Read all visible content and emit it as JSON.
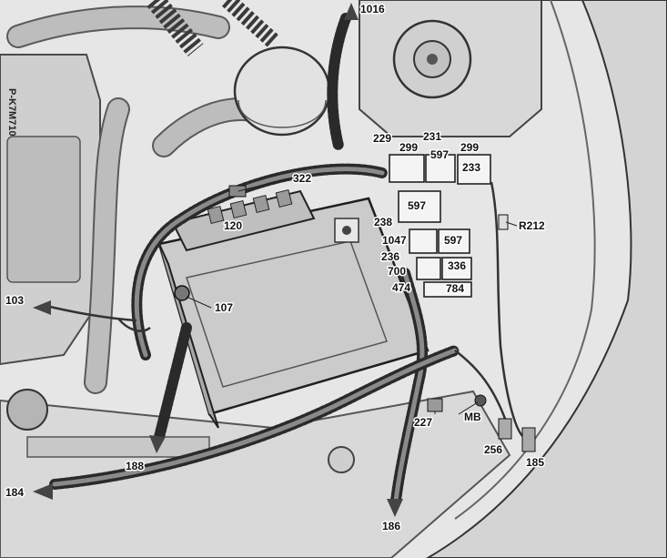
{
  "diagram": {
    "side_code": "P-K7M710",
    "labels": {
      "l1016": "1016",
      "l322": "322",
      "l229": "229",
      "l299a": "299",
      "l231": "231",
      "l597a": "597",
      "l299b": "299",
      "l233": "233",
      "l597b": "597",
      "l120": "120",
      "l238": "238",
      "l1047": "1047",
      "l597c": "597",
      "l236": "236",
      "l700": "700",
      "l336": "336",
      "l474": "474",
      "l784": "784",
      "lR212": "R212",
      "l103": "103",
      "l107": "107",
      "l227": "227",
      "lMB": "MB",
      "l188": "188",
      "l256": "256",
      "l185": "185",
      "l184": "184",
      "l186": "186"
    },
    "colors": {
      "background": "#e9e9e9",
      "line": "#222222",
      "fender": "#d4d4d4"
    }
  }
}
